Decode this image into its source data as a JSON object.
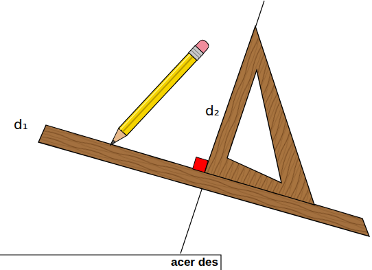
{
  "diagram": {
    "labels": [
      "d₁",
      "d₂",
      "acer des"
    ]
  }
}
